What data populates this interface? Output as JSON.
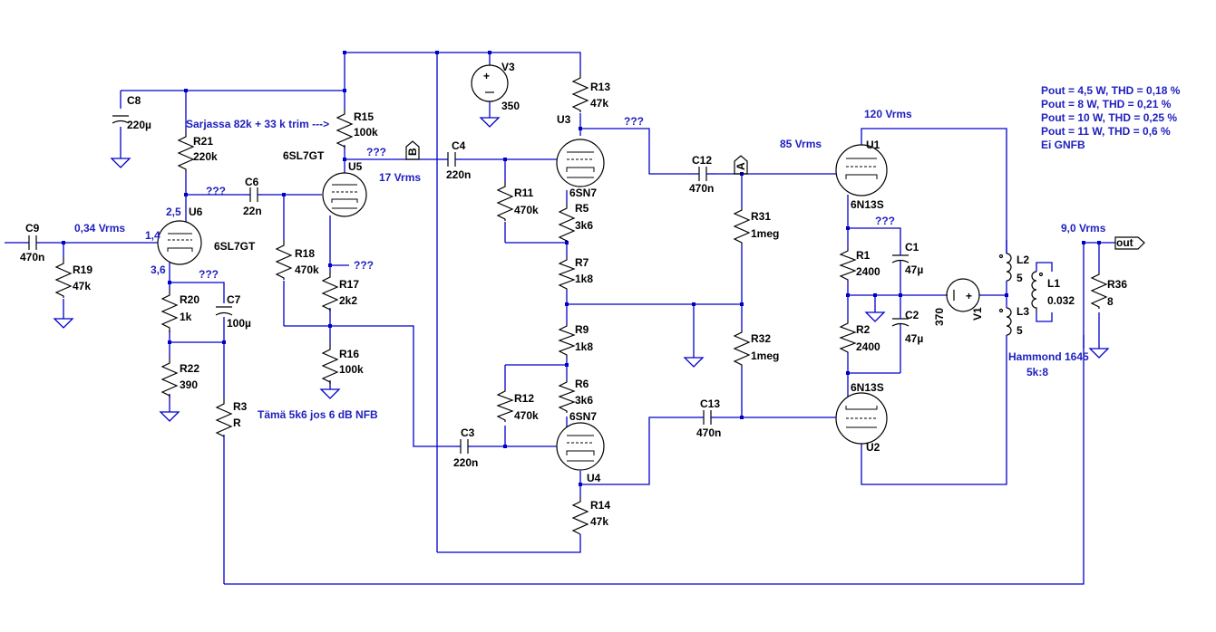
{
  "notes": {
    "sarjassa": "Sarjassa 82k + 33 k trim --->",
    "v120": "120 Vrms",
    "v85": "85 Vrms",
    "v17": "17 Vrms",
    "v034": "0,34 Vrms",
    "v90": "9,0 Vrms",
    "n25": "2,5",
    "n14": "1,4",
    "n36": "3,6",
    "q": "???",
    "tama": "Tämä 5k6 jos 6 dB NFB",
    "hammond1": "Hammond 1645",
    "hammond2": "5k:8",
    "pout": [
      "Pout = 4,5 W, THD = 0,18 %",
      "Pout = 8 W,    THD = 0,21 %",
      "Pout = 10 W, THD = 0,25 %",
      "Pout = 11 W, THD = 0,6 %",
      "Ei GNFB"
    ]
  },
  "components": {
    "C8": {
      "name": "C8",
      "value": "220µ"
    },
    "R21": {
      "name": "R21",
      "value": "220k"
    },
    "R15": {
      "name": "R15",
      "value": "100k"
    },
    "U5": {
      "name": "U5",
      "type": "6SL7GT"
    },
    "U6": {
      "name": "U6",
      "type": "6SL7GT"
    },
    "C6": {
      "name": "C6",
      "value": "22n"
    },
    "C9": {
      "name": "C9",
      "value": "470n"
    },
    "R19": {
      "name": "R19",
      "value": "47k"
    },
    "R20": {
      "name": "R20",
      "value": "1k"
    },
    "C7": {
      "name": "C7",
      "value": "100µ"
    },
    "R22": {
      "name": "R22",
      "value": "390"
    },
    "R3": {
      "name": "R3",
      "value": "R"
    },
    "R18": {
      "name": "R18",
      "value": "470k"
    },
    "R17": {
      "name": "R17",
      "value": "2k2"
    },
    "R16": {
      "name": "R16",
      "value": "100k"
    },
    "V3": {
      "name": "V3",
      "value": "350"
    },
    "C4": {
      "name": "C4",
      "value": "220n"
    },
    "R11": {
      "name": "R11",
      "value": "470k"
    },
    "R13": {
      "name": "R13",
      "value": "47k"
    },
    "U3": {
      "name": "U3",
      "type": "6SN7"
    },
    "R5": {
      "name": "R5",
      "value": "3k6"
    },
    "R7": {
      "name": "R7",
      "value": "1k8"
    },
    "R9": {
      "name": "R9",
      "value": "1k8"
    },
    "R6": {
      "name": "R6",
      "value": "3k6"
    },
    "R12": {
      "name": "R12",
      "value": "470k"
    },
    "U4": {
      "name": "U4",
      "type": "6SN7"
    },
    "C3": {
      "name": "C3",
      "value": "220n"
    },
    "R14": {
      "name": "R14",
      "value": "47k"
    },
    "C12": {
      "name": "C12",
      "value": "470n"
    },
    "C13": {
      "name": "C13",
      "value": "470n"
    },
    "R31": {
      "name": "R31",
      "value": "1meg"
    },
    "R32": {
      "name": "R32",
      "value": "1meg"
    },
    "U1": {
      "name": "U1",
      "type": "6N13S"
    },
    "U2": {
      "name": "U2",
      "type": "6N13S"
    },
    "R1": {
      "name": "R1",
      "value": "2400"
    },
    "R2": {
      "name": "R2",
      "value": "2400"
    },
    "C1": {
      "name": "C1",
      "value": "47µ"
    },
    "C2": {
      "name": "C2",
      "value": "47µ"
    },
    "V1": {
      "name": "V1",
      "value": "370"
    },
    "L1": {
      "name": "L1",
      "value": "0.032"
    },
    "L2": {
      "name": "L2",
      "value": "5"
    },
    "L3": {
      "name": "L3",
      "value": "5"
    },
    "R36": {
      "name": "R36",
      "value": "8"
    }
  },
  "netlabels": {
    "A": "A",
    "B": "B",
    "out": "out"
  }
}
